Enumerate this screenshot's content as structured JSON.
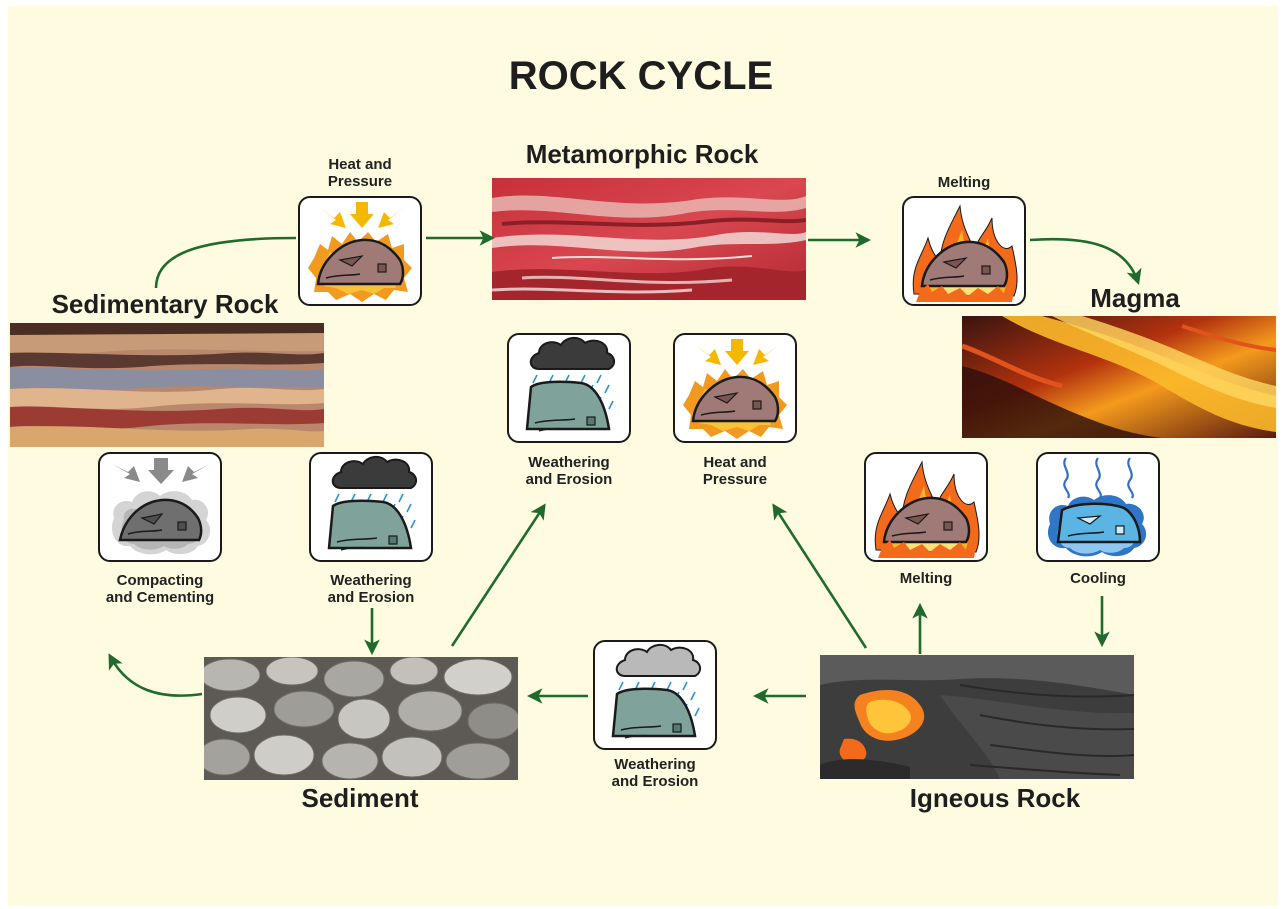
{
  "title": "ROCK CYCLE",
  "rocks": {
    "metamorphic": "Metamorphic Rock",
    "magma": "Magma",
    "sedimentary": "Sedimentary Rock",
    "sediment": "Sediment",
    "igneous": "Igneous Rock"
  },
  "processes": {
    "heat_pressure_top": [
      "Heat and",
      "Pressure"
    ],
    "melting_top": "Melting",
    "weathering_center": [
      "Weathering",
      "and Erosion"
    ],
    "heat_pressure_center": [
      "Heat and",
      "Pressure"
    ],
    "compacting": [
      "Compacting",
      "and Cementing"
    ],
    "weathering_left": [
      "Weathering",
      "and Erosion"
    ],
    "melting_right": "Melting",
    "cooling": "Cooling",
    "weathering_bottom": [
      "Weathering",
      "and Erosion"
    ]
  },
  "colors": {
    "background": "#fffbe0",
    "arrow": "#1f6b2e",
    "icon_border": "#1a1a1a"
  },
  "icons": {
    "heat_pressure": "heat-pressure-icon",
    "melting": "melting-icon",
    "weathering": "weathering-erosion-icon",
    "compacting": "compacting-cementing-icon",
    "cooling": "cooling-icon"
  }
}
